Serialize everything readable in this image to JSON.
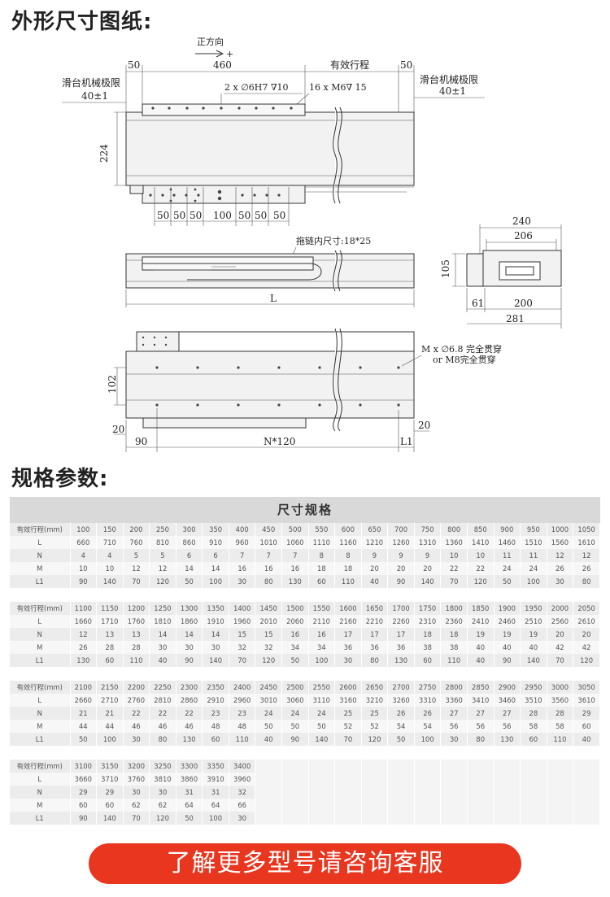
{
  "headings": {
    "outline": "外形尺寸图纸:",
    "specs": "规格参数:"
  },
  "drawing": {
    "direction": "正方向",
    "direction_sign": "+",
    "dim_50_left": "50",
    "dim_460": "460",
    "effective_stroke": "有效行程",
    "dim_50_right": "50",
    "limit_left": "滑台机械极限",
    "limit_left_tol": "40±1",
    "limit_right": "滑台机械极限",
    "limit_right_tol": "40±1",
    "pin_hole": "2 x ∅6H7 ∇10",
    "thread_hole": "16 x M6∇ 15",
    "height_224": "224",
    "bottom_dims": [
      "50",
      "50",
      "50",
      "100",
      "50",
      "50",
      "50"
    ],
    "chain_inner": "拖链内尺寸:18*25",
    "length_L": "L",
    "side_240": "240",
    "side_206": "206",
    "side_105": "105",
    "side_61": "61",
    "side_200": "200",
    "side_281": "281",
    "mount_hole_1": "M x ∅6.8 完全贯穿",
    "mount_hole_2": "or M8完全贯穿",
    "dim_102": "102",
    "dim_20_left": "20",
    "dim_20_right": "20",
    "dim_90": "90",
    "dim_n120": "N*120",
    "dim_L1": "L1"
  },
  "table": {
    "title": "尺寸规格",
    "row_labels": [
      "有效行程(mm)",
      "L",
      "N",
      "M",
      "L1"
    ],
    "blocks": [
      {
        "stroke": [
          "100",
          "150",
          "200",
          "250",
          "300",
          "350",
          "400",
          "450",
          "500",
          "550",
          "600",
          "650",
          "700",
          "750",
          "800",
          "850",
          "900",
          "950",
          "1000",
          "1050"
        ],
        "L": [
          "660",
          "710",
          "760",
          "810",
          "860",
          "910",
          "960",
          "1010",
          "1060",
          "1110",
          "1160",
          "1210",
          "1260",
          "1310",
          "1360",
          "1410",
          "1460",
          "1510",
          "1560",
          "1610"
        ],
        "N": [
          "4",
          "4",
          "5",
          "5",
          "6",
          "6",
          "7",
          "7",
          "7",
          "8",
          "8",
          "9",
          "9",
          "9",
          "10",
          "10",
          "11",
          "11",
          "12",
          "12"
        ],
        "M": [
          "10",
          "10",
          "12",
          "12",
          "14",
          "14",
          "16",
          "16",
          "16",
          "18",
          "18",
          "20",
          "20",
          "20",
          "22",
          "22",
          "24",
          "24",
          "26",
          "26"
        ],
        "L1": [
          "90",
          "140",
          "70",
          "120",
          "50",
          "100",
          "30",
          "80",
          "130",
          "60",
          "110",
          "40",
          "90",
          "140",
          "70",
          "120",
          "50",
          "100",
          "30",
          "80"
        ]
      },
      {
        "stroke": [
          "1100",
          "1150",
          "1200",
          "1250",
          "1300",
          "1350",
          "1400",
          "1450",
          "1500",
          "1550",
          "1600",
          "1650",
          "1700",
          "1750",
          "1800",
          "1850",
          "1900",
          "1950",
          "2000",
          "2050"
        ],
        "L": [
          "1660",
          "1710",
          "1760",
          "1810",
          "1860",
          "1910",
          "1960",
          "2010",
          "2060",
          "2110",
          "2160",
          "2210",
          "2260",
          "2310",
          "2360",
          "2410",
          "2460",
          "2510",
          "2560",
          "2610"
        ],
        "N": [
          "12",
          "13",
          "13",
          "14",
          "14",
          "14",
          "15",
          "15",
          "16",
          "16",
          "17",
          "17",
          "17",
          "18",
          "18",
          "19",
          "19",
          "19",
          "20",
          "20"
        ],
        "M": [
          "26",
          "28",
          "28",
          "30",
          "30",
          "30",
          "32",
          "32",
          "34",
          "34",
          "36",
          "36",
          "36",
          "38",
          "38",
          "40",
          "40",
          "40",
          "42",
          "42"
        ],
        "L1": [
          "130",
          "60",
          "110",
          "40",
          "90",
          "140",
          "70",
          "120",
          "50",
          "100",
          "30",
          "80",
          "130",
          "60",
          "110",
          "40",
          "90",
          "140",
          "70",
          "120"
        ]
      },
      {
        "stroke": [
          "2100",
          "2150",
          "2200",
          "2250",
          "2300",
          "2350",
          "2400",
          "2450",
          "2500",
          "2550",
          "2600",
          "2650",
          "2700",
          "2750",
          "2800",
          "2850",
          "2900",
          "2950",
          "3000",
          "3050"
        ],
        "L": [
          "2660",
          "2710",
          "2760",
          "2810",
          "2860",
          "2910",
          "2960",
          "3010",
          "3060",
          "3110",
          "3160",
          "3210",
          "3260",
          "3310",
          "3360",
          "3410",
          "3460",
          "3510",
          "3560",
          "3610"
        ],
        "N": [
          "21",
          "21",
          "22",
          "22",
          "22",
          "23",
          "23",
          "24",
          "24",
          "24",
          "25",
          "25",
          "26",
          "26",
          "27",
          "27",
          "27",
          "28",
          "28",
          "29"
        ],
        "M": [
          "44",
          "44",
          "46",
          "46",
          "46",
          "48",
          "48",
          "50",
          "50",
          "50",
          "52",
          "52",
          "54",
          "54",
          "56",
          "56",
          "56",
          "58",
          "58",
          "60"
        ],
        "L1": [
          "50",
          "100",
          "30",
          "80",
          "130",
          "60",
          "110",
          "40",
          "90",
          "140",
          "70",
          "120",
          "50",
          "100",
          "30",
          "80",
          "130",
          "60",
          "110",
          "40"
        ]
      },
      {
        "stroke": [
          "3100",
          "3150",
          "3200",
          "3250",
          "3300",
          "3350",
          "3400"
        ],
        "L": [
          "3660",
          "3710",
          "3760",
          "3810",
          "3860",
          "3910",
          "3960"
        ],
        "N": [
          "29",
          "29",
          "30",
          "30",
          "31",
          "31",
          "32"
        ],
        "M": [
          "60",
          "60",
          "62",
          "62",
          "64",
          "64",
          "66"
        ],
        "L1": [
          "90",
          "140",
          "70",
          "120",
          "50",
          "100",
          "30"
        ]
      }
    ]
  },
  "cta": {
    "label": "了解更多型号请咨询客服",
    "color": "#e8361f"
  }
}
